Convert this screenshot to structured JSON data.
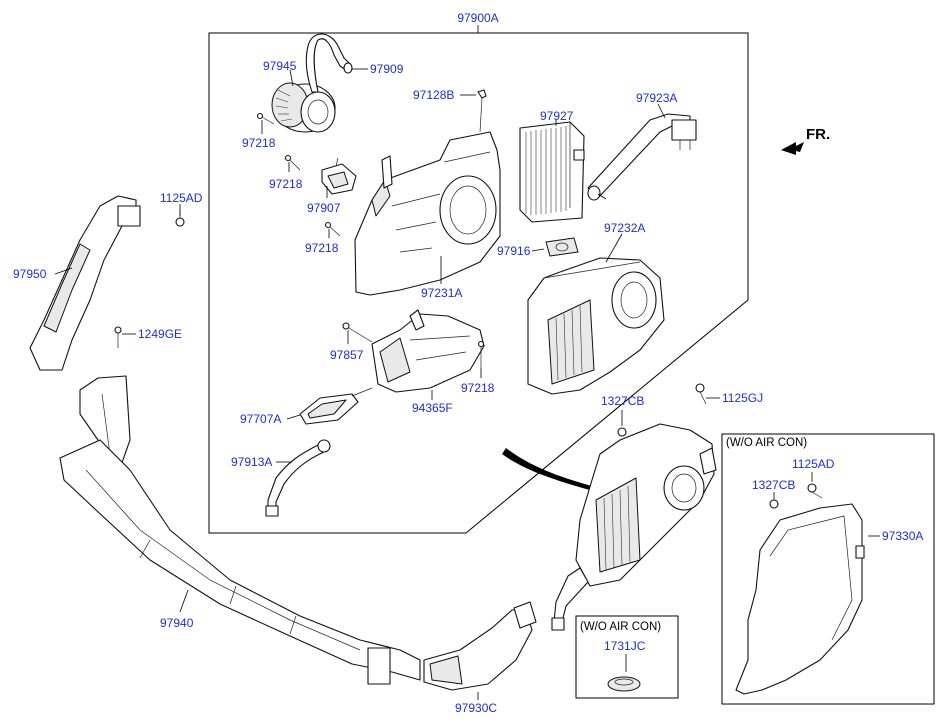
{
  "direction": {
    "label": "FR."
  },
  "boxes": {
    "main_assembly": {
      "code": "97900A"
    },
    "wo_air_con_small": {
      "title": "(W/O AIR CON)",
      "part": "1731JC"
    },
    "wo_air_con_large": {
      "title": "(W/O AIR CON)"
    }
  },
  "labels": {
    "p97945": "97945",
    "p97909": "97909",
    "p97128B": "97128B",
    "p97927": "97927",
    "p97923A": "97923A",
    "p97218_a": "97218",
    "p97218_b": "97218",
    "p97907": "97907",
    "p97218_c": "97218",
    "p97916": "97916",
    "p97232A": "97232A",
    "p97231A": "97231A",
    "p97857": "97857",
    "p97218_d": "97218",
    "p97707A": "97707A",
    "p94365F": "94365F",
    "p97913A": "97913A",
    "p1125AD_a": "1125AD",
    "p97950": "97950",
    "p1249GE": "1249GE",
    "p97940": "97940",
    "p97930C": "97930C",
    "p1327CB_a": "1327CB",
    "p1125GJ": "1125GJ",
    "p1125AD_b": "1125AD",
    "p1327CB_b": "1327CB",
    "p97330A": "97330A"
  }
}
